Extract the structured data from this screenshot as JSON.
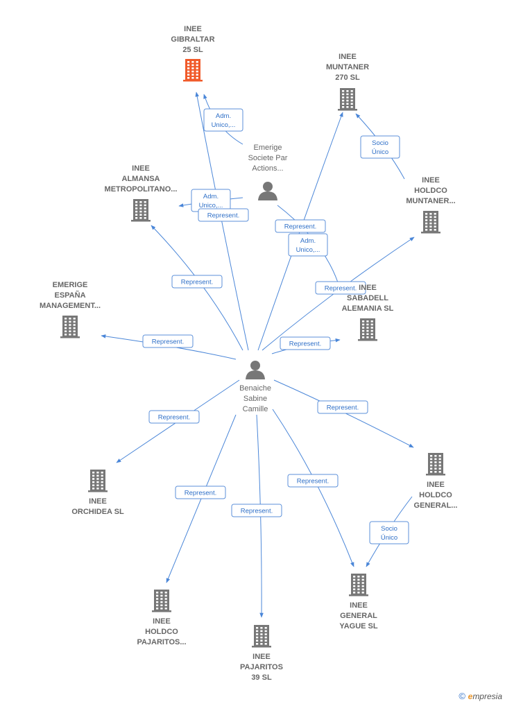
{
  "colors": {
    "edge": "#4a86d8",
    "edge_label_border": "#5b8fd9",
    "edge_label_text": "#2e6fc7",
    "node_gray": "#777777",
    "node_highlight": "#f05a2a",
    "label_text": "#666666"
  },
  "nodes": [
    {
      "id": "gibraltar",
      "type": "company",
      "highlight": true,
      "label": [
        "INEE",
        "GIBRALTAR",
        "25 SL"
      ]
    },
    {
      "id": "muntaner270",
      "type": "company",
      "label": [
        "INEE",
        "MUNTANER",
        "270 SL"
      ]
    },
    {
      "id": "emerige_sp",
      "type": "person",
      "label": [
        "Emerige",
        "Societe Par",
        "Actions..."
      ]
    },
    {
      "id": "almansa",
      "type": "company",
      "label": [
        "INEE",
        "ALMANSA",
        "METROPOLITANO..."
      ]
    },
    {
      "id": "holdco_muntaner",
      "type": "company",
      "label": [
        "INEE",
        "HOLDCO",
        "MUNTANER..."
      ]
    },
    {
      "id": "emerige_es",
      "type": "company",
      "label": [
        "EMERIGE",
        "ESPAÑA",
        "MANAGEMENT..."
      ]
    },
    {
      "id": "sabadell",
      "type": "company",
      "label": [
        "INEE",
        "SABADELL",
        "ALEMANIA SL"
      ]
    },
    {
      "id": "benaiche",
      "type": "person",
      "label": [
        "Benaiche",
        "Sabine",
        "Camille"
      ]
    },
    {
      "id": "orchidea",
      "type": "company",
      "label": [
        "INEE",
        "ORCHIDEA SL"
      ]
    },
    {
      "id": "holdco_general",
      "type": "company",
      "label": [
        "INEE",
        "HOLDCO",
        "GENERAL..."
      ]
    },
    {
      "id": "holdco_pajaritos",
      "type": "company",
      "label": [
        "INEE",
        "HOLDCO",
        "PAJARITOS..."
      ]
    },
    {
      "id": "pajaritos39",
      "type": "company",
      "label": [
        "INEE",
        "PAJARITOS",
        "39 SL"
      ]
    },
    {
      "id": "general_yague",
      "type": "company",
      "label": [
        "INEE",
        "GENERAL",
        "YAGUE SL"
      ]
    }
  ],
  "edges": [
    {
      "from": "emerige_sp",
      "to": "gibraltar",
      "label": [
        "Adm.",
        "Unico,..."
      ]
    },
    {
      "from": "emerige_sp",
      "to": "almansa",
      "label": [
        "Adm.",
        "Unico,..."
      ]
    },
    {
      "from": "emerige_sp",
      "to": "sabadell",
      "label": [
        "Adm.",
        "Unico,..."
      ]
    },
    {
      "from": "holdco_muntaner",
      "to": "muntaner270",
      "label": [
        "Socio",
        "Único"
      ]
    },
    {
      "from": "holdco_general",
      "to": "general_yague",
      "label": [
        "Socio",
        "Único"
      ]
    },
    {
      "from": "benaiche",
      "to": "gibraltar",
      "label": [
        "Represent."
      ]
    },
    {
      "from": "benaiche",
      "to": "muntaner270",
      "label": [
        "Represent."
      ]
    },
    {
      "from": "benaiche",
      "to": "almansa",
      "label": [
        "Represent."
      ]
    },
    {
      "from": "benaiche",
      "to": "holdco_muntaner",
      "label": [
        "Represent."
      ]
    },
    {
      "from": "benaiche",
      "to": "emerige_es",
      "label": [
        "Represent."
      ]
    },
    {
      "from": "benaiche",
      "to": "sabadell",
      "label": [
        "Represent."
      ]
    },
    {
      "from": "benaiche",
      "to": "orchidea",
      "label": [
        "Represent."
      ]
    },
    {
      "from": "benaiche",
      "to": "holdco_general",
      "label": [
        "Represent."
      ]
    },
    {
      "from": "benaiche",
      "to": "holdco_pajaritos",
      "label": [
        "Represent."
      ]
    },
    {
      "from": "benaiche",
      "to": "pajaritos39",
      "label": [
        "Represent."
      ]
    },
    {
      "from": "benaiche",
      "to": "general_yague",
      "label": [
        "Represent."
      ]
    }
  ],
  "footer": {
    "symbol": "©",
    "brand_initial": "e",
    "brand_rest": "mpresia"
  }
}
